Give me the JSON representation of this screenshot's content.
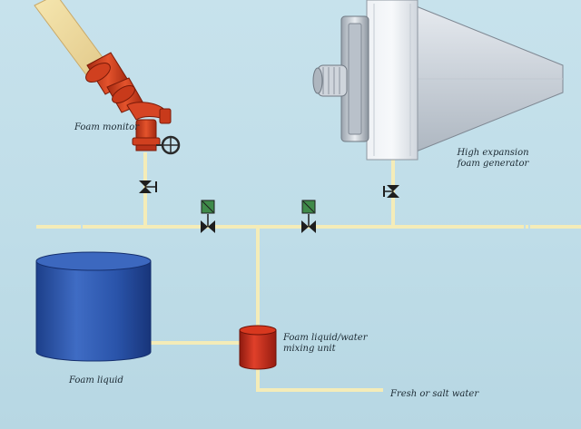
{
  "labels": {
    "foam_monitor": "Foam monitor",
    "generator_line1": "High expansion",
    "generator_line2": "foam generator",
    "mixing_line1": "Foam liquid/water",
    "mixing_line2": "mixing unit",
    "foam_liquid": "Foam liquid",
    "water_source": "Fresh or salt water"
  },
  "colors": {
    "background": "#c2dfe9",
    "pipe": "#f4ecb8",
    "monitor": "#d8431f",
    "tank": "#2e59b0",
    "mixing_unit": "#c8291a",
    "generator_body": "#d9dfe6",
    "valve": "#1e1e1e",
    "actuator": "#3f8a4a"
  },
  "icons": [
    "foam-monitor-icon",
    "valve-icon",
    "motorized-valve-icon",
    "foam-tank-icon",
    "mixing-unit-icon",
    "foam-generator-icon"
  ]
}
